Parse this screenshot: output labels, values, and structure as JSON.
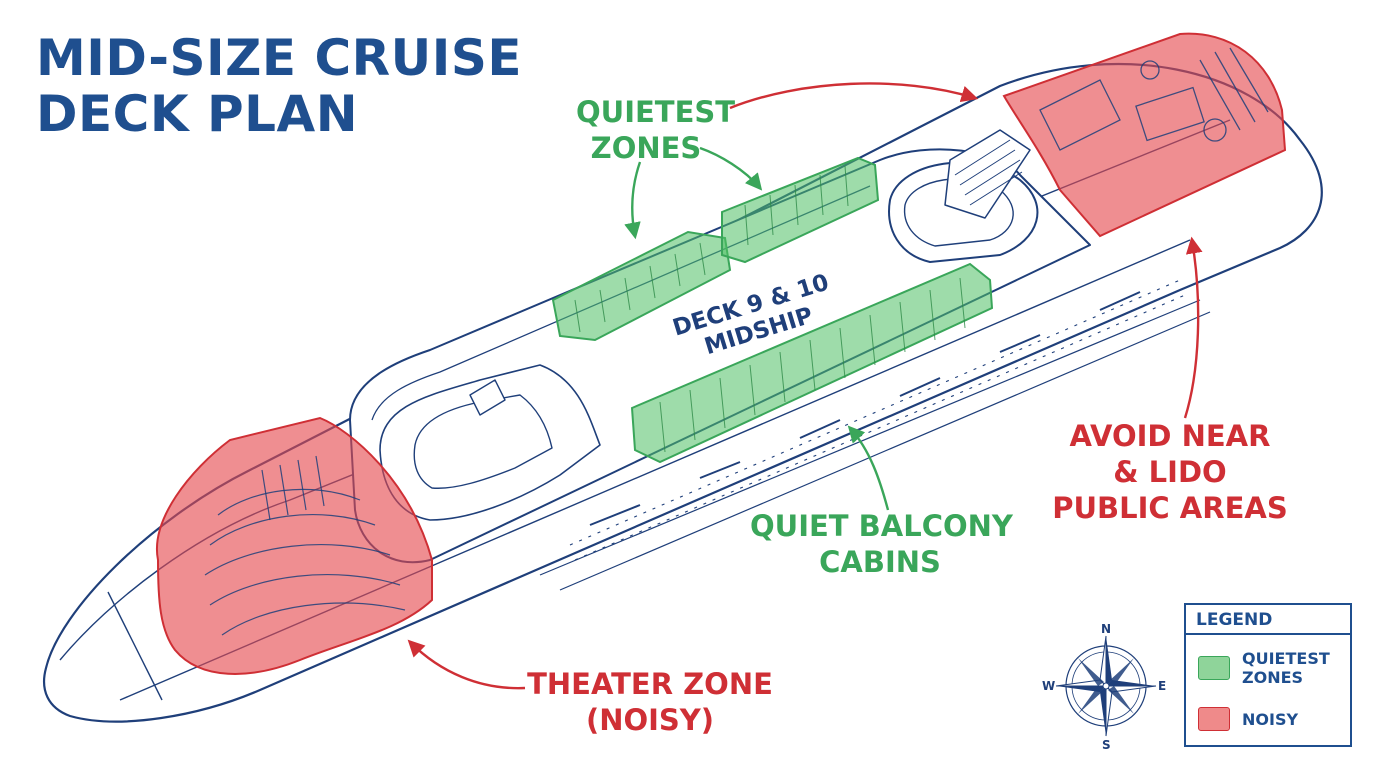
{
  "title": {
    "line1": "MID-SIZE CRUISE",
    "line2": "DECK PLAN"
  },
  "callouts": {
    "quietest_zones": {
      "line1": "QUIETEST",
      "line2": "ZONES"
    },
    "deck_label": {
      "line1": "DECK 9 & 10",
      "line2": "MIDSHIP"
    },
    "quiet_balcony": {
      "line1": "QUIET BALCONY",
      "line2": "CABINS"
    },
    "avoid": {
      "line1": "AVOID NEAR",
      "line2": "& LIDO",
      "line3": "PUBLIC AREAS"
    },
    "theater": {
      "line1": "THEATER ZONE",
      "line2": "(NOISY)"
    }
  },
  "legend": {
    "title": "LEGEND",
    "items": [
      {
        "label": "QUIETEST\nZONES",
        "color": "#8fd49a"
      },
      {
        "label": "NOISY",
        "color": "#ef8a8a"
      }
    ]
  },
  "compass": {
    "n": "N",
    "s": "S",
    "e": "E",
    "w": "W"
  },
  "colors": {
    "outline": "#1f3f7a",
    "quiet": "#4fbf65",
    "noisy": "#e5484d",
    "title": "#1f4f8f"
  }
}
